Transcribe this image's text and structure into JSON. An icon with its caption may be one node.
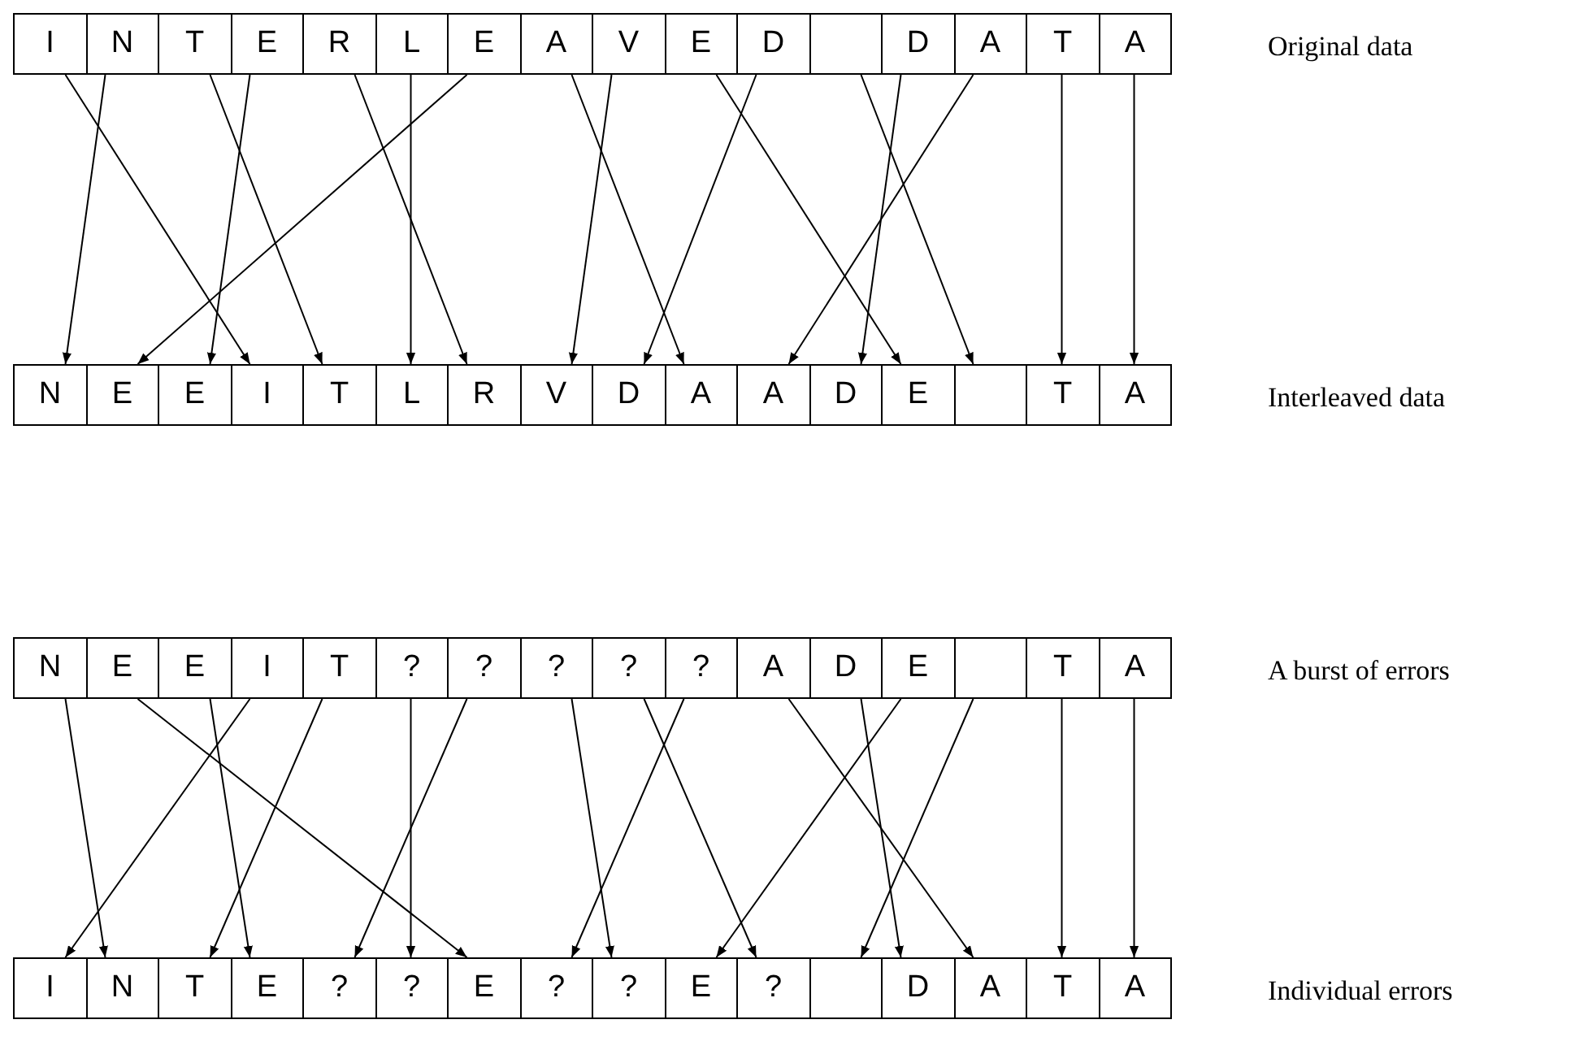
{
  "diagram": {
    "nodes": [
      {
        "text": [
          "I"
        ]
      },
      {
        "text": [
          "N"
        ]
      },
      {
        "text": [
          "T"
        ]
      },
      {
        "text": [
          "E"
        ]
      },
      {
        "text": [
          "R"
        ]
      },
      {
        "text": [
          "L"
        ]
      },
      {
        "text": [
          "E"
        ]
      },
      {
        "text": [
          "A"
        ]
      },
      {
        "text": [
          "V"
        ]
      },
      {
        "text": [
          "E"
        ]
      },
      {
        "text": [
          "D"
        ]
      },
      {
        "text": [],
        "shape": "box"
      },
      {
        "text": [
          "D"
        ]
      },
      {
        "text": [
          "A"
        ]
      },
      {
        "text": [
          "T"
        ]
      },
      {
        "text": [
          "A"
        ]
      },
      {
        "text": [
          "N"
        ]
      },
      {
        "text": [
          "E"
        ]
      },
      {
        "text": [
          "E"
        ]
      },
      {
        "text": [
          "I"
        ]
      },
      {
        "text": [
          "T"
        ]
      },
      {
        "text": [
          "L"
        ]
      },
      {
        "text": [
          "R"
        ]
      },
      {
        "text": [
          "V"
        ]
      },
      {
        "text": [
          "D"
        ]
      },
      {
        "text": [
          "A"
        ]
      },
      {
        "text": [
          "A"
        ]
      },
      {
        "text": [
          "D"
        ]
      },
      {
        "text": [
          "E"
        ]
      },
      {
        "text": [],
        "shape": "box"
      },
      {
        "text": [
          "T"
        ]
      },
      {
        "text": [
          "A"
        ]
      },
      {
        "text": [
          "N"
        ]
      },
      {
        "text": [
          "E"
        ]
      },
      {
        "text": [
          "E"
        ]
      },
      {
        "text": [
          "I"
        ]
      },
      {
        "text": [
          "T"
        ]
      },
      {
        "text": [
          "?"
        ]
      },
      {
        "text": [
          "?"
        ]
      },
      {
        "text": [
          "?"
        ]
      },
      {
        "text": [
          "?"
        ]
      },
      {
        "text": [
          "?"
        ]
      },
      {
        "text": [
          "A"
        ]
      },
      {
        "text": [
          "D"
        ]
      },
      {
        "text": [
          "E"
        ]
      },
      {
        "text": [],
        "shape": "box"
      },
      {
        "text": [
          "T"
        ]
      },
      {
        "text": [
          "A"
        ]
      },
      {
        "text": [
          "I"
        ]
      },
      {
        "text": [
          "N"
        ]
      },
      {
        "text": [
          "T"
        ]
      },
      {
        "text": [
          "E"
        ]
      },
      {
        "text": [
          "?"
        ]
      },
      {
        "text": [
          "?"
        ]
      },
      {
        "text": [
          "E"
        ]
      },
      {
        "text": [
          "?"
        ]
      },
      {
        "text": [
          "?"
        ]
      },
      {
        "text": [
          "E"
        ]
      },
      {
        "text": [
          "?"
        ]
      },
      {
        "text": [],
        "shape": "box"
      },
      {
        "text": [
          "D"
        ]
      },
      {
        "text": [
          "A"
        ]
      },
      {
        "text": [
          "T"
        ]
      },
      {
        "text": [
          "A"
        ]
      }
    ],
    "edges": [
      {
        "from": 0,
        "to": 19,
        "arrow": "to"
      },
      {
        "from": 1,
        "to": 16,
        "arrow": "to"
      },
      {
        "from": 2,
        "to": 20,
        "arrow": "to"
      },
      {
        "from": 3,
        "to": 18,
        "arrow": "to"
      },
      {
        "from": 4,
        "to": 22,
        "arrow": "to"
      },
      {
        "from": 5,
        "to": 21,
        "arrow": "to"
      },
      {
        "from": 6,
        "to": 17,
        "arrow": "to"
      },
      {
        "from": 7,
        "to": 25,
        "arrow": "to"
      },
      {
        "from": 8,
        "to": 23,
        "arrow": "to"
      },
      {
        "from": 9,
        "to": 28,
        "arrow": "to"
      },
      {
        "from": 10,
        "to": 24,
        "arrow": "to"
      },
      {
        "from": 11,
        "to": 29,
        "arrow": "to"
      },
      {
        "from": 12,
        "to": 27,
        "arrow": "to"
      },
      {
        "from": 13,
        "to": 26,
        "arrow": "to"
      },
      {
        "from": 14,
        "to": 30,
        "arrow": "to"
      },
      {
        "from": 15,
        "to": 31,
        "arrow": "to"
      },
      {
        "from": 35,
        "to": 48,
        "arrow": "to"
      },
      {
        "from": 32,
        "to": 49,
        "arrow": "to"
      },
      {
        "from": 36,
        "to": 50,
        "arrow": "to"
      },
      {
        "from": 34,
        "to": 51,
        "arrow": "to"
      },
      {
        "from": 38,
        "to": 52,
        "arrow": "to"
      },
      {
        "from": 37,
        "to": 53,
        "arrow": "to"
      },
      {
        "from": 33,
        "to": 54,
        "arrow": "to"
      },
      {
        "from": 41,
        "to": 55,
        "arrow": "to"
      },
      {
        "from": 39,
        "to": 56,
        "arrow": "to"
      },
      {
        "from": 44,
        "to": 57,
        "arrow": "to"
      },
      {
        "from": 40,
        "to": 58,
        "arrow": "to"
      },
      {
        "from": 45,
        "to": 59,
        "arrow": "to"
      },
      {
        "from": 43,
        "to": 60,
        "arrow": "to"
      },
      {
        "from": 42,
        "to": 61,
        "arrow": "to"
      },
      {
        "from": 46,
        "to": 62,
        "arrow": "to"
      },
      {
        "from": 47,
        "to": 63,
        "arrow": "to"
      }
    ],
    "labels": [
      "Original data",
      "Interleaved data",
      "A burst of errors",
      "Individual errors"
    ]
  }
}
